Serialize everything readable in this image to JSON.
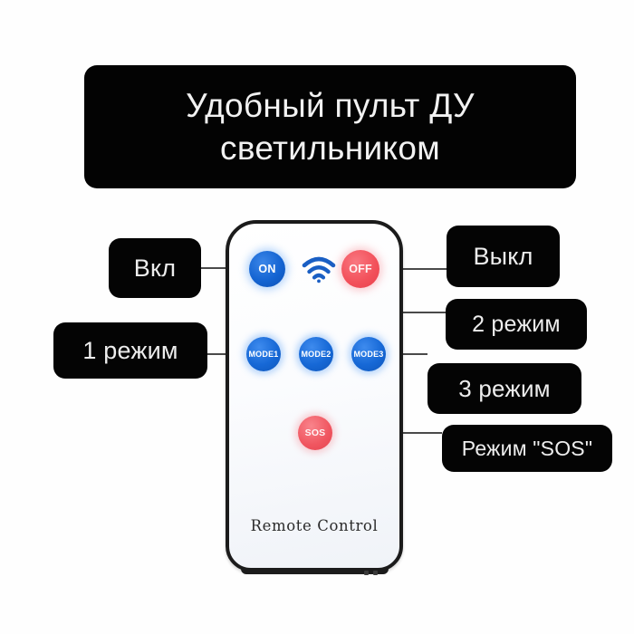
{
  "page": {
    "background": "#ffffff",
    "language": "ru"
  },
  "banner": {
    "title": "Удобный пульт ДУ\nсветильником",
    "background": "#030303",
    "text_color": "#f2f2f2"
  },
  "device": {
    "brand_text": "Remote Control",
    "body_color": "#ffffff",
    "outline_color": "#1b1b1b",
    "buttons": [
      {
        "id": "on",
        "label": "ON",
        "color": "#1464d2",
        "row": "top"
      },
      {
        "id": "wifi",
        "label": "",
        "color": "#1a5fc4",
        "row": "top",
        "icon": "wifi-icon"
      },
      {
        "id": "off",
        "label": "OFF",
        "color": "#f2505a",
        "row": "top"
      },
      {
        "id": "mode1",
        "label": "MODE1",
        "color": "#1668d6",
        "row": "middle"
      },
      {
        "id": "mode2",
        "label": "MODE2",
        "color": "#1668d6",
        "row": "middle"
      },
      {
        "id": "mode3",
        "label": "MODE3",
        "color": "#1668d6",
        "row": "middle"
      },
      {
        "id": "sos",
        "label": "SOS",
        "color": "#f05660",
        "row": "bottom"
      }
    ]
  },
  "callouts": [
    {
      "id": "on",
      "text": "Вкл",
      "side": "left"
    },
    {
      "id": "off",
      "text": "Выкл",
      "side": "right"
    },
    {
      "id": "mode1",
      "text": "1 режим",
      "side": "left"
    },
    {
      "id": "mode2",
      "text": "2 режим",
      "side": "right"
    },
    {
      "id": "mode3",
      "text": "3 режим",
      "side": "right"
    },
    {
      "id": "sos",
      "text": "Режим \"SOS\"",
      "side": "right"
    }
  ],
  "connector": {
    "color": "#4a4a4a",
    "width": 1.6
  }
}
